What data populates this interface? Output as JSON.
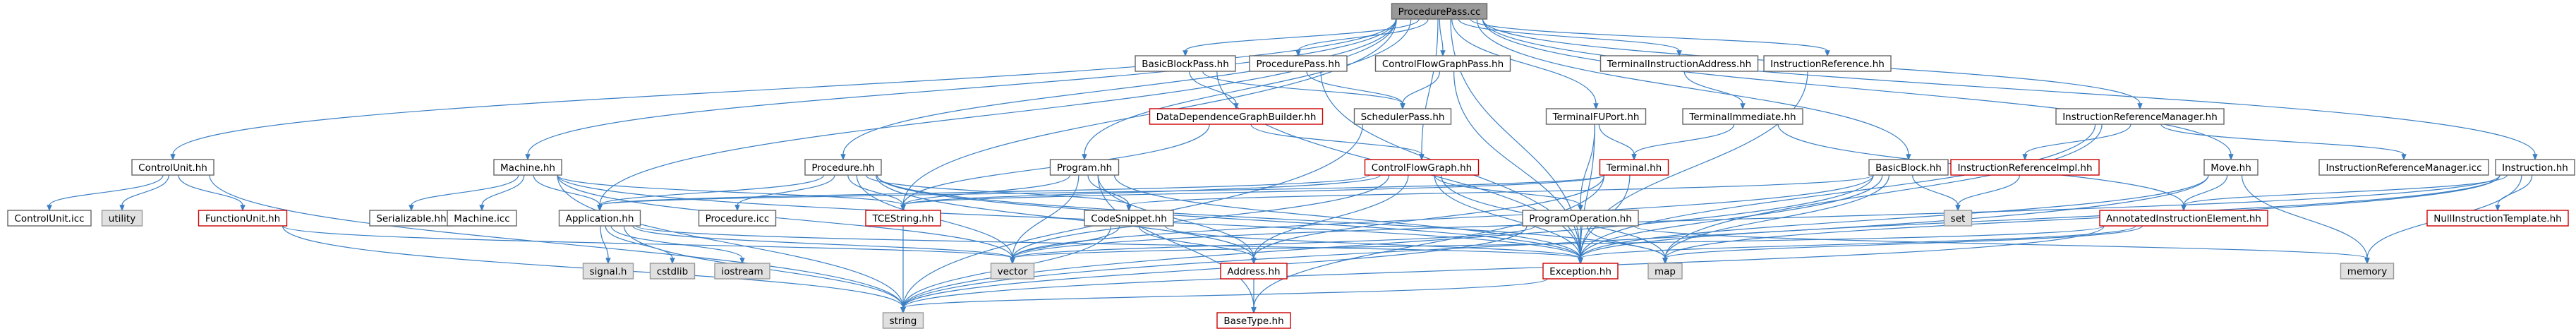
{
  "diagram": {
    "root": "ProcedurePass.cc",
    "nodes": [
      {
        "id": "ProcedurePass.cc",
        "label": "ProcedurePass.cc",
        "kind": "root"
      },
      {
        "id": "BasicBlockPass.hh",
        "label": "BasicBlockPass.hh",
        "kind": "normal"
      },
      {
        "id": "ProcedurePass.hh",
        "label": "ProcedurePass.hh",
        "kind": "normal"
      },
      {
        "id": "ControlFlowGraphPass.hh",
        "label": "ControlFlowGraphPass.hh",
        "kind": "normal"
      },
      {
        "id": "TerminalInstructionAddress.hh",
        "label": "TerminalInstructionAddress.hh",
        "kind": "normal"
      },
      {
        "id": "InstructionReference.hh",
        "label": "InstructionReference.hh",
        "kind": "normal"
      },
      {
        "id": "DataDependenceGraphBuilder.hh",
        "label": "DataDependenceGraphBuilder.hh",
        "kind": "red"
      },
      {
        "id": "SchedulerPass.hh",
        "label": "SchedulerPass.hh",
        "kind": "normal"
      },
      {
        "id": "TerminalFUPort.hh",
        "label": "TerminalFUPort.hh",
        "kind": "normal"
      },
      {
        "id": "TerminalImmediate.hh",
        "label": "TerminalImmediate.hh",
        "kind": "normal"
      },
      {
        "id": "InstructionReferenceManager.hh",
        "label": "InstructionReferenceManager.hh",
        "kind": "normal"
      },
      {
        "id": "ControlUnit.hh",
        "label": "ControlUnit.hh",
        "kind": "normal"
      },
      {
        "id": "Machine.hh",
        "label": "Machine.hh",
        "kind": "normal"
      },
      {
        "id": "Procedure.hh",
        "label": "Procedure.hh",
        "kind": "normal"
      },
      {
        "id": "Program.hh",
        "label": "Program.hh",
        "kind": "normal"
      },
      {
        "id": "ControlFlowGraph.hh",
        "label": "ControlFlowGraph.hh",
        "kind": "red"
      },
      {
        "id": "Terminal.hh",
        "label": "Terminal.hh",
        "kind": "red"
      },
      {
        "id": "BasicBlock.hh",
        "label": "BasicBlock.hh",
        "kind": "normal"
      },
      {
        "id": "InstructionReferenceImpl.hh",
        "label": "InstructionReferenceImpl.hh",
        "kind": "red"
      },
      {
        "id": "Move.hh",
        "label": "Move.hh",
        "kind": "normal"
      },
      {
        "id": "InstructionReferenceManager.icc",
        "label": "InstructionReferenceManager.icc",
        "kind": "normal"
      },
      {
        "id": "Instruction.hh",
        "label": "Instruction.hh",
        "kind": "normal"
      },
      {
        "id": "ControlUnit.icc",
        "label": "ControlUnit.icc",
        "kind": "normal"
      },
      {
        "id": "utility",
        "label": "utility",
        "kind": "grey"
      },
      {
        "id": "FunctionUnit.hh",
        "label": "FunctionUnit.hh",
        "kind": "red"
      },
      {
        "id": "Serializable.hh",
        "label": "Serializable.hh",
        "kind": "normal"
      },
      {
        "id": "Machine.icc",
        "label": "Machine.icc",
        "kind": "normal"
      },
      {
        "id": "Application.hh",
        "label": "Application.hh",
        "kind": "normal"
      },
      {
        "id": "Procedure.icc",
        "label": "Procedure.icc",
        "kind": "normal"
      },
      {
        "id": "TCEString.hh",
        "label": "TCEString.hh",
        "kind": "red"
      },
      {
        "id": "CodeSnippet.hh",
        "label": "CodeSnippet.hh",
        "kind": "normal"
      },
      {
        "id": "ProgramOperation.hh",
        "label": "ProgramOperation.hh",
        "kind": "normal"
      },
      {
        "id": "set",
        "label": "set",
        "kind": "grey"
      },
      {
        "id": "AnnotatedInstructionElement.hh",
        "label": "AnnotatedInstructionElement.hh",
        "kind": "red"
      },
      {
        "id": "NullInstructionTemplate.hh",
        "label": "NullInstructionTemplate.hh",
        "kind": "red"
      },
      {
        "id": "signal.h",
        "label": "signal.h",
        "kind": "grey"
      },
      {
        "id": "cstdlib",
        "label": "cstdlib",
        "kind": "grey"
      },
      {
        "id": "iostream",
        "label": "iostream",
        "kind": "grey"
      },
      {
        "id": "vector",
        "label": "vector",
        "kind": "grey"
      },
      {
        "id": "Address.hh",
        "label": "Address.hh",
        "kind": "red"
      },
      {
        "id": "Exception.hh",
        "label": "Exception.hh",
        "kind": "red"
      },
      {
        "id": "map",
        "label": "map",
        "kind": "grey"
      },
      {
        "id": "memory",
        "label": "memory",
        "kind": "grey"
      },
      {
        "id": "string",
        "label": "string",
        "kind": "grey"
      },
      {
        "id": "BaseType.hh",
        "label": "BaseType.hh",
        "kind": "red"
      }
    ],
    "edges": [
      [
        "ProcedurePass.cc",
        "BasicBlockPass.hh"
      ],
      [
        "ProcedurePass.cc",
        "ProcedurePass.hh"
      ],
      [
        "ProcedurePass.cc",
        "ControlFlowGraphPass.hh"
      ],
      [
        "ProcedurePass.cc",
        "TerminalInstructionAddress.hh"
      ],
      [
        "ProcedurePass.cc",
        "InstructionReference.hh"
      ],
      [
        "ProcedurePass.cc",
        "TerminalFUPort.hh"
      ],
      [
        "ProcedurePass.cc",
        "InstructionReferenceManager.hh"
      ],
      [
        "ProcedurePass.cc",
        "ControlUnit.hh"
      ],
      [
        "ProcedurePass.cc",
        "Machine.hh"
      ],
      [
        "ProcedurePass.cc",
        "Procedure.hh"
      ],
      [
        "ProcedurePass.cc",
        "Program.hh"
      ],
      [
        "ProcedurePass.cc",
        "ControlFlowGraph.hh"
      ],
      [
        "ProcedurePass.cc",
        "BasicBlock.hh"
      ],
      [
        "ProcedurePass.cc",
        "Move.hh"
      ],
      [
        "ProcedurePass.cc",
        "Instruction.hh"
      ],
      [
        "ProcedurePass.cc",
        "Application.hh"
      ],
      [
        "ProcedurePass.cc",
        "TCEString.hh"
      ],
      [
        "ProcedurePass.cc",
        "Exception.hh"
      ],
      [
        "BasicBlockPass.hh",
        "DataDependenceGraphBuilder.hh"
      ],
      [
        "BasicBlockPass.hh",
        "SchedulerPass.hh"
      ],
      [
        "BasicBlockPass.hh",
        "Exception.hh"
      ],
      [
        "ProcedurePass.hh",
        "SchedulerPass.hh"
      ],
      [
        "ProcedurePass.hh",
        "Exception.hh"
      ],
      [
        "ControlFlowGraphPass.hh",
        "SchedulerPass.hh"
      ],
      [
        "ControlFlowGraphPass.hh",
        "Exception.hh"
      ],
      [
        "TerminalInstructionAddress.hh",
        "TerminalImmediate.hh"
      ],
      [
        "InstructionReference.hh",
        "Exception.hh"
      ],
      [
        "DataDependenceGraphBuilder.hh",
        "ControlFlowGraph.hh"
      ],
      [
        "DataDependenceGraphBuilder.hh",
        "TCEString.hh"
      ],
      [
        "SchedulerPass.hh",
        "string"
      ],
      [
        "TerminalFUPort.hh",
        "Terminal.hh"
      ],
      [
        "TerminalFUPort.hh",
        "ProgramOperation.hh"
      ],
      [
        "TerminalFUPort.hh",
        "Exception.hh"
      ],
      [
        "TerminalImmediate.hh",
        "Terminal.hh"
      ],
      [
        "TerminalImmediate.hh",
        "AnnotatedInstructionElement.hh"
      ],
      [
        "InstructionReferenceManager.hh",
        "InstructionReferenceImpl.hh"
      ],
      [
        "InstructionReferenceManager.hh",
        "InstructionReferenceManager.icc"
      ],
      [
        "InstructionReferenceManager.hh",
        "map"
      ],
      [
        "InstructionReferenceManager.hh",
        "Exception.hh"
      ],
      [
        "ControlUnit.hh",
        "ControlUnit.icc"
      ],
      [
        "ControlUnit.hh",
        "utility"
      ],
      [
        "ControlUnit.hh",
        "FunctionUnit.hh"
      ],
      [
        "ControlUnit.hh",
        "string"
      ],
      [
        "FunctionUnit.hh",
        "string"
      ],
      [
        "FunctionUnit.hh",
        "vector"
      ],
      [
        "Machine.hh",
        "Serializable.hh"
      ],
      [
        "Machine.hh",
        "Machine.icc"
      ],
      [
        "Machine.hh",
        "TCEString.hh"
      ],
      [
        "Machine.hh",
        "Application.hh"
      ],
      [
        "Machine.hh",
        "Exception.hh"
      ],
      [
        "Machine.hh",
        "vector"
      ],
      [
        "Machine.hh",
        "string"
      ],
      [
        "Procedure.hh",
        "Application.hh"
      ],
      [
        "Procedure.hh",
        "Procedure.icc"
      ],
      [
        "Procedure.hh",
        "TCEString.hh"
      ],
      [
        "Procedure.hh",
        "CodeSnippet.hh"
      ],
      [
        "Procedure.hh",
        "Address.hh"
      ],
      [
        "Procedure.hh",
        "Exception.hh"
      ],
      [
        "Procedure.hh",
        "vector"
      ],
      [
        "Procedure.hh",
        "map"
      ],
      [
        "Program.hh",
        "TCEString.hh"
      ],
      [
        "Program.hh",
        "CodeSnippet.hh"
      ],
      [
        "Program.hh",
        "Address.hh"
      ],
      [
        "Program.hh",
        "Exception.hh"
      ],
      [
        "Program.hh",
        "BaseType.hh"
      ],
      [
        "Program.hh",
        "vector"
      ],
      [
        "ControlFlowGraph.hh",
        "TCEString.hh"
      ],
      [
        "ControlFlowGraph.hh",
        "ProgramOperation.hh"
      ],
      [
        "ControlFlowGraph.hh",
        "Address.hh"
      ],
      [
        "ControlFlowGraph.hh",
        "Exception.hh"
      ],
      [
        "ControlFlowGraph.hh",
        "map"
      ],
      [
        "ControlFlowGraph.hh",
        "vector"
      ],
      [
        "ControlFlowGraph.hh",
        "Application.hh"
      ],
      [
        "Terminal.hh",
        "Application.hh"
      ],
      [
        "Terminal.hh",
        "TCEString.hh"
      ],
      [
        "Terminal.hh",
        "Exception.hh"
      ],
      [
        "Terminal.hh",
        "BaseType.hh"
      ],
      [
        "Terminal.hh",
        "Address.hh"
      ],
      [
        "BasicBlock.hh",
        "CodeSnippet.hh"
      ],
      [
        "BasicBlock.hh",
        "set"
      ],
      [
        "BasicBlock.hh",
        "Exception.hh"
      ],
      [
        "BasicBlock.hh",
        "map"
      ],
      [
        "BasicBlock.hh",
        "vector"
      ],
      [
        "BasicBlock.hh",
        "string"
      ],
      [
        "InstructionReferenceImpl.hh",
        "set"
      ],
      [
        "Move.hh",
        "AnnotatedInstructionElement.hh"
      ],
      [
        "Move.hh",
        "memory"
      ],
      [
        "Move.hh",
        "Exception.hh"
      ],
      [
        "Move.hh",
        "string"
      ],
      [
        "Instruction.hh",
        "NullInstructionTemplate.hh"
      ],
      [
        "Instruction.hh",
        "AnnotatedInstructionElement.hh"
      ],
      [
        "Instruction.hh",
        "Exception.hh"
      ],
      [
        "Instruction.hh",
        "memory"
      ],
      [
        "Instruction.hh",
        "vector"
      ],
      [
        "Instruction.hh",
        "map"
      ],
      [
        "Application.hh",
        "signal.h"
      ],
      [
        "Application.hh",
        "cstdlib"
      ],
      [
        "Application.hh",
        "iostream"
      ],
      [
        "Application.hh",
        "vector"
      ],
      [
        "Application.hh",
        "Exception.hh"
      ],
      [
        "Application.hh",
        "string"
      ],
      [
        "TCEString.hh",
        "string"
      ],
      [
        "CodeSnippet.hh",
        "Address.hh"
      ],
      [
        "CodeSnippet.hh",
        "Exception.hh"
      ],
      [
        "CodeSnippet.hh",
        "vector"
      ],
      [
        "CodeSnippet.hh",
        "string"
      ],
      [
        "ProgramOperation.hh",
        "Exception.hh"
      ],
      [
        "ProgramOperation.hh",
        "map"
      ],
      [
        "ProgramOperation.hh",
        "memory"
      ],
      [
        "ProgramOperation.hh",
        "vector"
      ],
      [
        "ProgramOperation.hh",
        "string"
      ],
      [
        "AnnotatedInstructionElement.hh",
        "Exception.hh"
      ],
      [
        "AnnotatedInstructionElement.hh",
        "map"
      ],
      [
        "AnnotatedInstructionElement.hh",
        "vector"
      ],
      [
        "AnnotatedInstructionElement.hh",
        "string"
      ],
      [
        "Address.hh",
        "BaseType.hh"
      ],
      [
        "Exception.hh",
        "string"
      ]
    ],
    "colors": {
      "root_fill": "#999999",
      "root_border": "#666666",
      "normal_fill": "#ffffff",
      "normal_border": "#666666",
      "red_border": "#cc0000",
      "grey_fill": "#e0e0e0",
      "grey_border": "#999999",
      "text": "#000000",
      "edge": "#3a7fc4"
    }
  }
}
